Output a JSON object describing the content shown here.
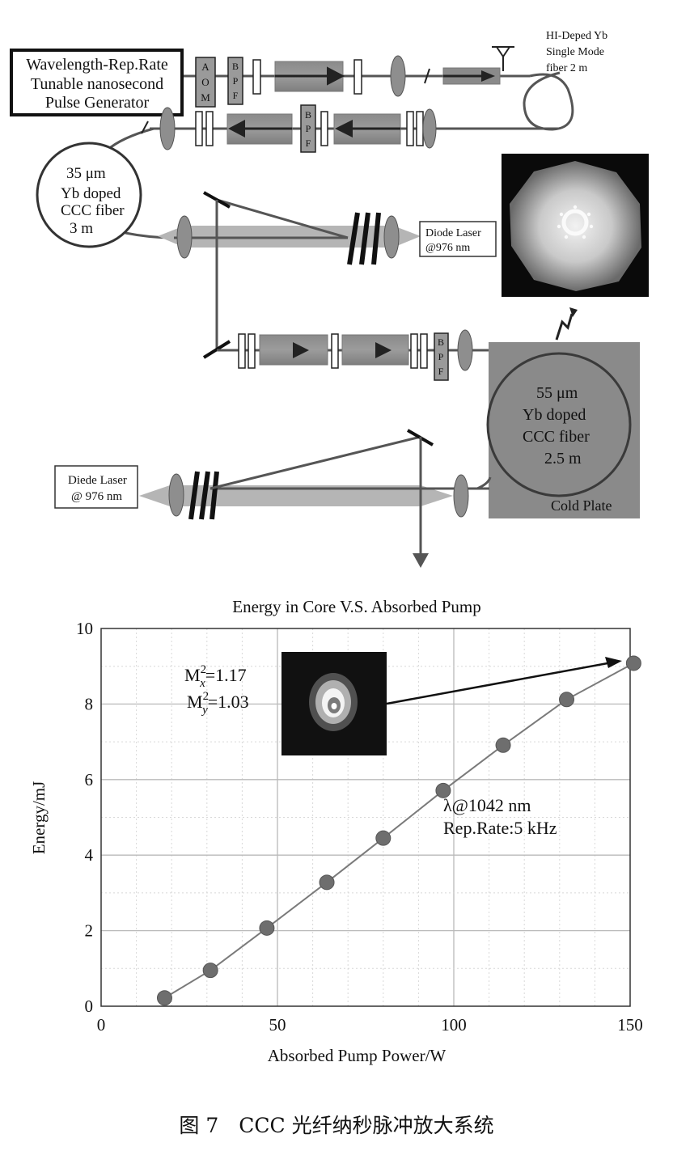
{
  "figure": {
    "caption": "图 7　CCC 光纤纳秒脉冲放大系统"
  },
  "diagram": {
    "generator_label": [
      "Wavelength-Rep.Rate",
      "Tunable nanosecond",
      "Pulse Generator"
    ],
    "aom_label": [
      "A",
      "O",
      "M"
    ],
    "bpf_label": [
      "B",
      "P",
      "F"
    ],
    "single_mode_fiber_label": [
      "HI-Deped Yb",
      "Single Mode",
      "fiber 2 m"
    ],
    "fiber35_label": [
      "35 μm",
      "Yb doped",
      "CCC fiber",
      "3 m"
    ],
    "diode_top_label": [
      "Diode Laser",
      "@976 nm"
    ],
    "fiber55_label": [
      "55 μm",
      "Yb doped",
      "CCC fiber",
      "2.5 m"
    ],
    "cold_plate_label": "Cold Plate",
    "diode_bottom_label": [
      "Diede Laser",
      "@ 976 nm"
    ]
  },
  "chart_data": {
    "type": "scatter",
    "title": "Energy in Core V.S. Absorbed Pump",
    "xlabel": "Absorbed Pump Power/W",
    "ylabel": "Energy/mJ",
    "xlim": [
      0,
      150
    ],
    "ylim": [
      0,
      10
    ],
    "xticks": [
      0,
      50,
      100,
      150
    ],
    "yticks": [
      0,
      2,
      4,
      6,
      8,
      10
    ],
    "grid": true,
    "series": [
      {
        "x": [
          18,
          31,
          47,
          64,
          80,
          97,
          114,
          132,
          151
        ],
        "y": [
          0.22,
          0.95,
          2.07,
          3.28,
          4.45,
          5.71,
          6.91,
          8.12,
          9.08
        ]
      }
    ],
    "annotations": {
      "m2x_prefix": "M",
      "m2x_sup": "2",
      "m2x_sub": "x",
      "m2x_value": "=1.17",
      "m2y_prefix": "M",
      "m2y_sup": "2",
      "m2y_sub": "y",
      "m2y_value": "=1.03",
      "wavelength": "λ@1042 nm",
      "rep_rate": "Rep.Rate:5 kHz"
    }
  }
}
